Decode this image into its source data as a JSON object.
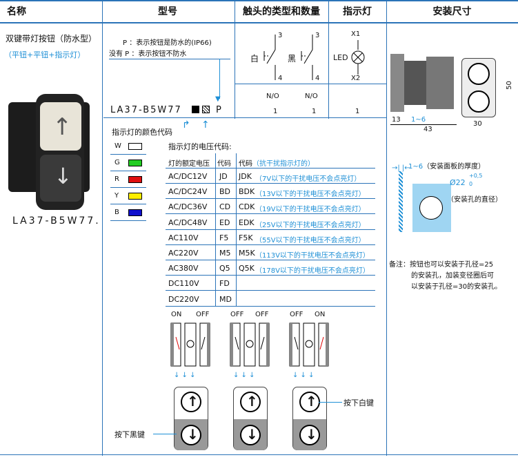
{
  "header": {
    "col_name": "名称",
    "col_model": "型号",
    "col_contact": "触头的类型和数量",
    "col_indicator": "指示灯",
    "col_mount": "安装尺寸"
  },
  "name_col": {
    "title": "双键带灯按钮（防水型）",
    "subtitle": "（平钮+平钮+指示灯）",
    "product_code": "LA37-B5W77."
  },
  "model_col": {
    "note_p": "P ：表示按钮是防水的(IP66)",
    "note_no_p": "没有 P ：表示按钮不防水",
    "code_prefix": "LA37-B5W77",
    "code_suffix": "P",
    "color_code_label": "指示灯的颜色代码",
    "voltage_code_label": "指示灯的电压代码:",
    "colors": [
      {
        "letter": "W",
        "color": "#ffffff"
      },
      {
        "letter": "G",
        "color": "#22cc22"
      },
      {
        "letter": "R",
        "color": "#e01010"
      },
      {
        "letter": "Y",
        "color": "#ffee00"
      },
      {
        "letter": "B",
        "color": "#1010cc"
      }
    ],
    "table_headers": [
      "灯的额定电压",
      "代码",
      "代码（抗干扰指示灯的）"
    ],
    "rows": [
      [
        "AC/DC12V",
        "JD",
        "JDK",
        "（7V以下的干扰电压不会点亮灯）"
      ],
      [
        "AC/DC24V",
        "BD",
        "BDK",
        "（13V以下的干扰电压不会点亮灯）"
      ],
      [
        "AC/DC36V",
        "CD",
        "CDK",
        "（19V以下的干扰电压不会点亮灯）"
      ],
      [
        "AC/DC48V",
        "ED",
        "EDK",
        "（25V以下的干扰电压不会点亮灯）"
      ],
      [
        "AC110V",
        "F5",
        "F5K",
        "（55V以下的干扰电压不会点亮灯）"
      ],
      [
        "AC220V",
        "M5",
        "M5K",
        "（113V以下的干扰电压不会点亮灯）"
      ],
      [
        "AC380V",
        "Q5",
        "Q5K",
        "（178V以下的干扰电压不会点亮灯）"
      ],
      [
        "DC110V",
        "FD",
        "",
        ""
      ],
      [
        "DC220V",
        "MD",
        "",
        ""
      ]
    ]
  },
  "contact_col": {
    "white": "白",
    "black": "黑",
    "t3a": "3",
    "t4a": "4",
    "t3b": "3",
    "t4b": "4",
    "no_a": "N/O",
    "no_b": "N/O",
    "qty_a": "1",
    "qty_b": "1"
  },
  "indicator_col": {
    "x1": "X1",
    "x2": "X2",
    "led": "LED",
    "qty": "1"
  },
  "mount_col": {
    "dim_50": "50",
    "dim_13": "13",
    "dim_1_6": "1~6",
    "dim_43": "43",
    "dim_30": "30",
    "thick_label": "1~6（安装面板的厚度）",
    "hole_dia": "Ø22",
    "tol_plus": "+0,5",
    "tol_zero": "0",
    "hole_label": "（安装孔的直径）",
    "remark_1": "备注：按钮也可以安装于孔径=25",
    "remark_2": "的安装孔，加装变径圈后可",
    "remark_3": "以安装于孔径=30的安装孔。"
  },
  "operation": {
    "state1": [
      "ON",
      "OFF"
    ],
    "state2": [
      "OFF",
      "OFF"
    ],
    "state3": [
      "OFF",
      "ON"
    ],
    "press_white": "按下白键",
    "press_black": "按下黑键"
  }
}
